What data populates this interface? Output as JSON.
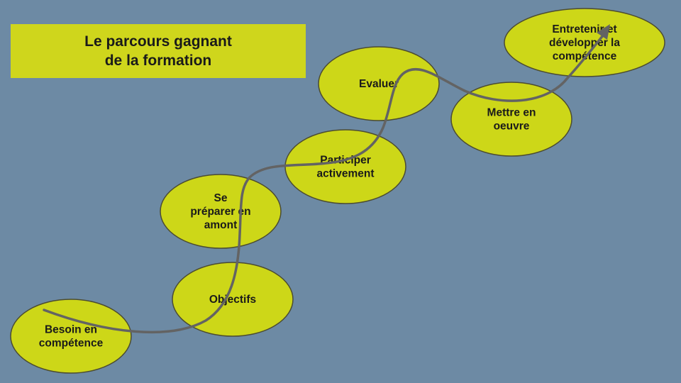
{
  "title": {
    "line1": "Le parcours gagnant",
    "line2": "de la formation"
  },
  "steps": [
    {
      "id": "besoin",
      "lines": [
        "Besoin en",
        "compétence"
      ]
    },
    {
      "id": "objectifs",
      "lines": [
        "Objectifs"
      ]
    },
    {
      "id": "preparer",
      "lines": [
        "Se",
        "préparer en",
        "amont"
      ]
    },
    {
      "id": "participer",
      "lines": [
        "Participer",
        "activement"
      ]
    },
    {
      "id": "evaluer",
      "lines": [
        "Evaluer"
      ]
    },
    {
      "id": "mettre",
      "lines": [
        "Mettre en",
        "oeuvre"
      ]
    },
    {
      "id": "entretenir",
      "lines": [
        "Entretenir et",
        "développer la",
        "compétence"
      ]
    }
  ],
  "colors": {
    "background": "#6d8aa4",
    "node_fill": "#cdd718",
    "title_fill": "#cfd61c",
    "path": "#636363"
  }
}
